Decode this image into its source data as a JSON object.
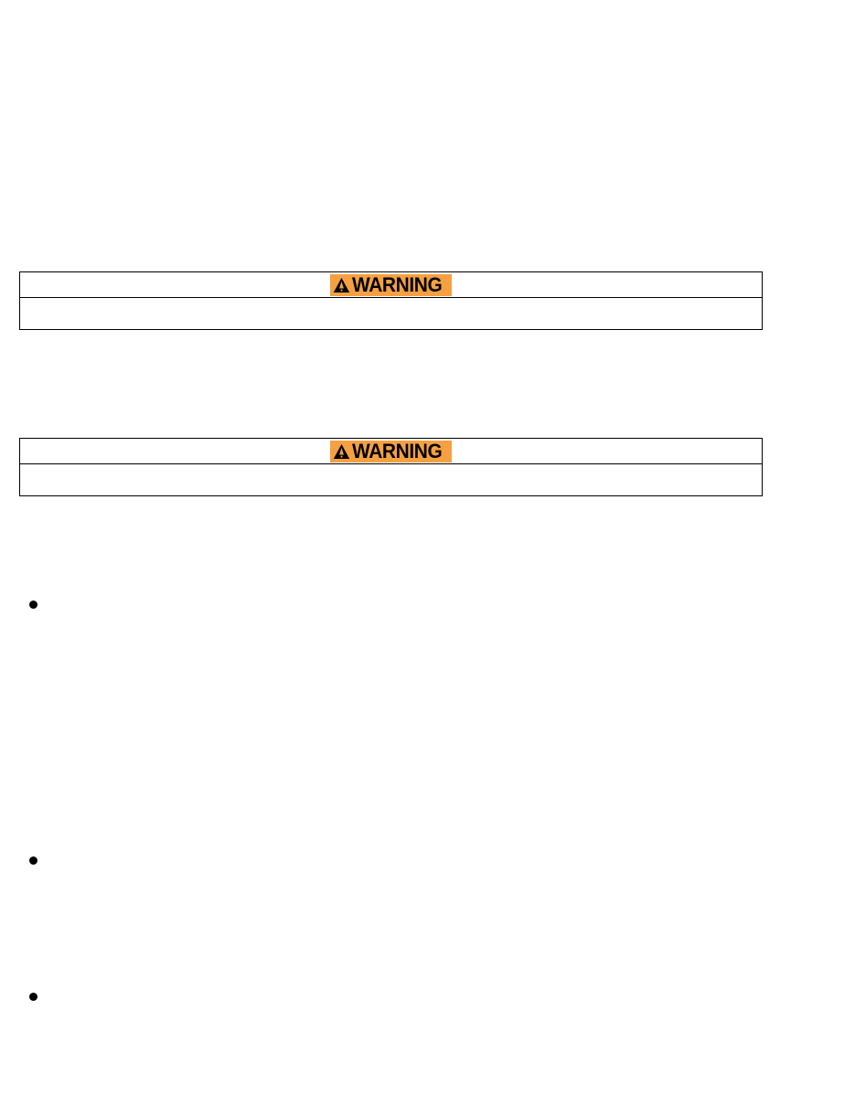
{
  "document": {
    "page_background": "#ffffff",
    "text_color": "#000000",
    "warning_badge_color": "#F5A142",
    "border_color": "#000000"
  },
  "warnings": [
    {
      "id": "warning-callout-1",
      "badge_icon": "warning-triangle-icon",
      "badge_label": "WARNING",
      "body_text": ""
    },
    {
      "id": "warning-callout-2",
      "badge_icon": "warning-triangle-icon",
      "badge_label": "WARNING",
      "body_text": ""
    }
  ],
  "bullets": [
    {
      "id": "bullet-1",
      "marker": "bullet-dot",
      "text": ""
    },
    {
      "id": "bullet-2",
      "marker": "bullet-dot",
      "text": ""
    },
    {
      "id": "bullet-3",
      "marker": "bullet-dot",
      "text": ""
    }
  ]
}
